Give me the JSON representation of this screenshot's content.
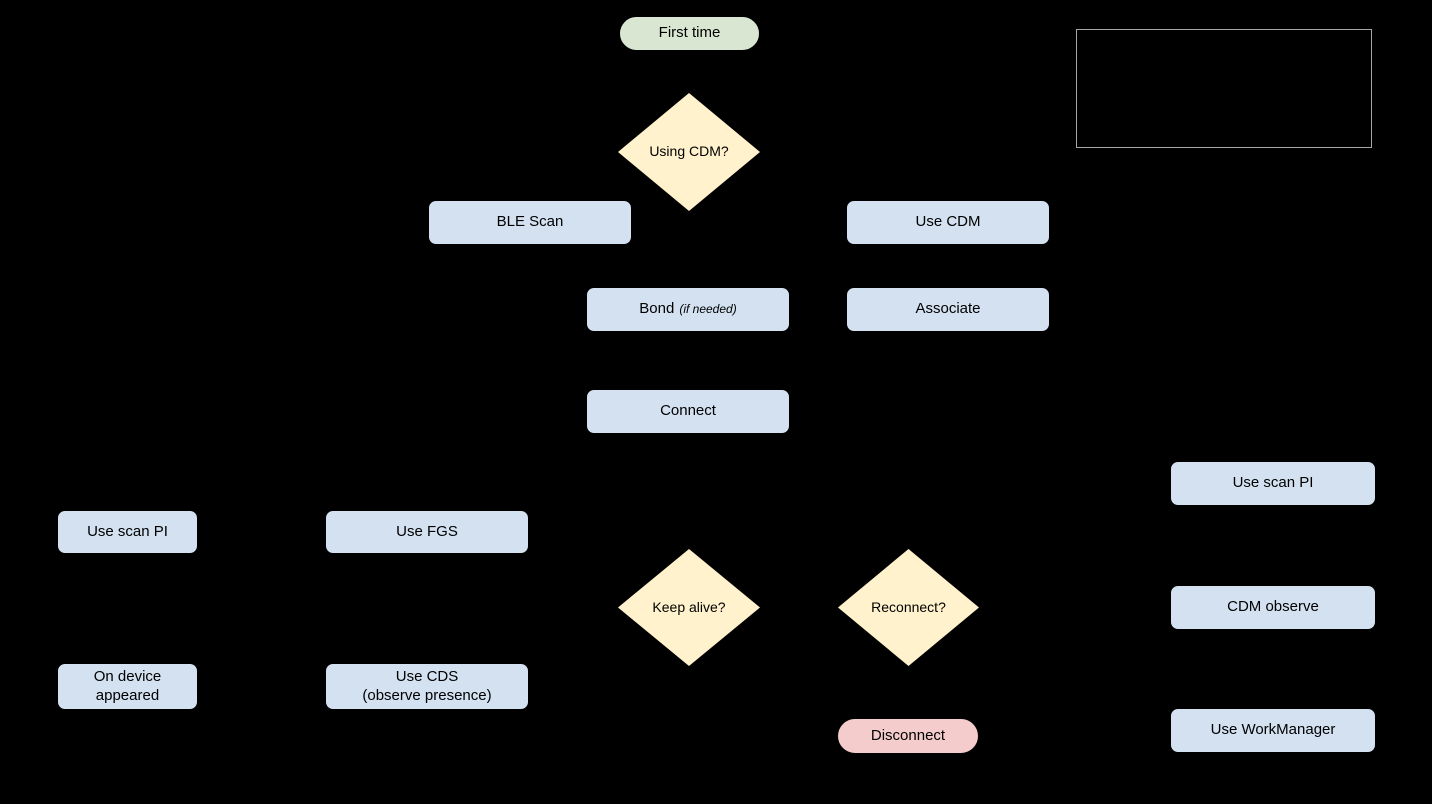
{
  "nodes": {
    "first_time": {
      "label": "First time"
    },
    "using_cdm": {
      "label": "Using CDM?"
    },
    "ble_scan": {
      "label": "BLE Scan"
    },
    "use_cdm": {
      "label": "Use CDM"
    },
    "bond": {
      "label": "Bond",
      "note": "(if needed)"
    },
    "associate": {
      "label": "Associate"
    },
    "connect": {
      "label": "Connect"
    },
    "use_scan_pi_right": {
      "label": "Use scan PI"
    },
    "use_scan_pi_left": {
      "label": "Use scan PI"
    },
    "use_fgs": {
      "label": "Use FGS"
    },
    "keep_alive": {
      "label": "Keep alive?"
    },
    "reconnect": {
      "label": "Reconnect?"
    },
    "cdm_observe": {
      "label": "CDM observe"
    },
    "on_device_appeared": {
      "label": "On device\nappeared"
    },
    "use_cds": {
      "label": "Use CDS\n(observe presence)"
    },
    "disconnect": {
      "label": "Disconnect"
    },
    "use_workmanager": {
      "label": "Use WorkManager"
    }
  },
  "colors": {
    "background": "#000000",
    "terminal_start_fill": "#d9e7d2",
    "terminal_end_fill": "#f4cccc",
    "decision_fill": "#fff2cc",
    "process_fill": "#d3e1f1",
    "node_border": "#000000",
    "legend_border": "#a6a6a6",
    "text": "#000000"
  }
}
